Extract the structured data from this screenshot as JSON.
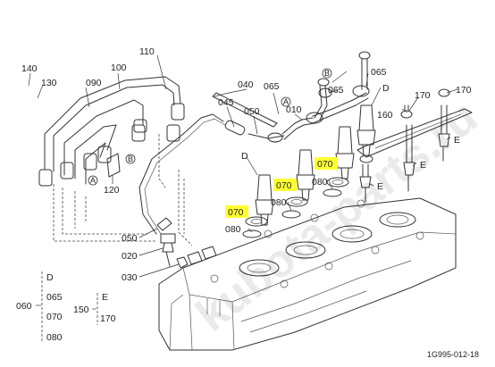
{
  "labels": {
    "p140": "140",
    "p130": "130",
    "p100": "100",
    "p110": "110",
    "p090": "090",
    "p120": "120",
    "p040": "040",
    "p045": "045",
    "p050_top": "050",
    "p065_a": "065",
    "p010": "010",
    "p065_b": "065",
    "p065_c": "065",
    "pD_top": "D",
    "p170_a": "170",
    "p170_b": "170",
    "p160": "160",
    "pE_1": "E",
    "pE_2": "E",
    "pE_3": "E",
    "pD_left": "D",
    "p070_1": "070",
    "p070_2": "070",
    "p070_3": "070",
    "p080_1": "080",
    "p080_2": "080",
    "p080_3": "080",
    "p050_bot": "050",
    "p020": "020",
    "p030": "030",
    "circleA": "A",
    "circleB": "B"
  },
  "legend_d": {
    "group": "060",
    "header": "D",
    "items": [
      "065",
      "070",
      "080"
    ]
  },
  "legend_e": {
    "group": "150",
    "header": "E",
    "items": [
      "170"
    ]
  },
  "watermark": "kubota-parts.ru",
  "figure_code": "1G995-012-18",
  "highlight_color": "#ffff33"
}
